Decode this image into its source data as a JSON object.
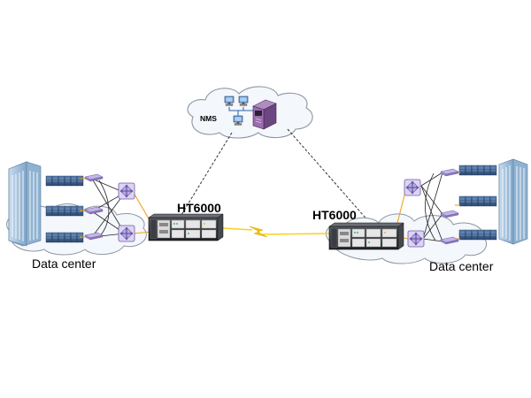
{
  "labels": {
    "nms": "NMS",
    "left_device": "HT6000",
    "right_device": "HT6000",
    "left_site": "Data center",
    "right_site": "Data center"
  },
  "colors": {
    "cloud_outline": "#8c96a6",
    "cloud_fill": "#f4f7fb",
    "building": "#a9c8e3",
    "building_dark": "#6c8fb0",
    "server": "#3a5d88",
    "server_light": "#9fb9d6",
    "switch": "#c2b6e3",
    "switch_hub": "#e3dcf5",
    "uplink_orange": "#f0a11e",
    "wireless_link": "#f7d21c",
    "mgmt_dashed": "#333333",
    "device_chassis": "#2f3136",
    "nms_server": "#8a5e9a"
  },
  "icons": [
    "building-icon",
    "server-rack-icon",
    "switch-icon",
    "core-router-icon",
    "ht6000-device-icon",
    "workstation-icon",
    "nms-server-icon",
    "lightning-link-icon",
    "cloud-icon"
  ]
}
